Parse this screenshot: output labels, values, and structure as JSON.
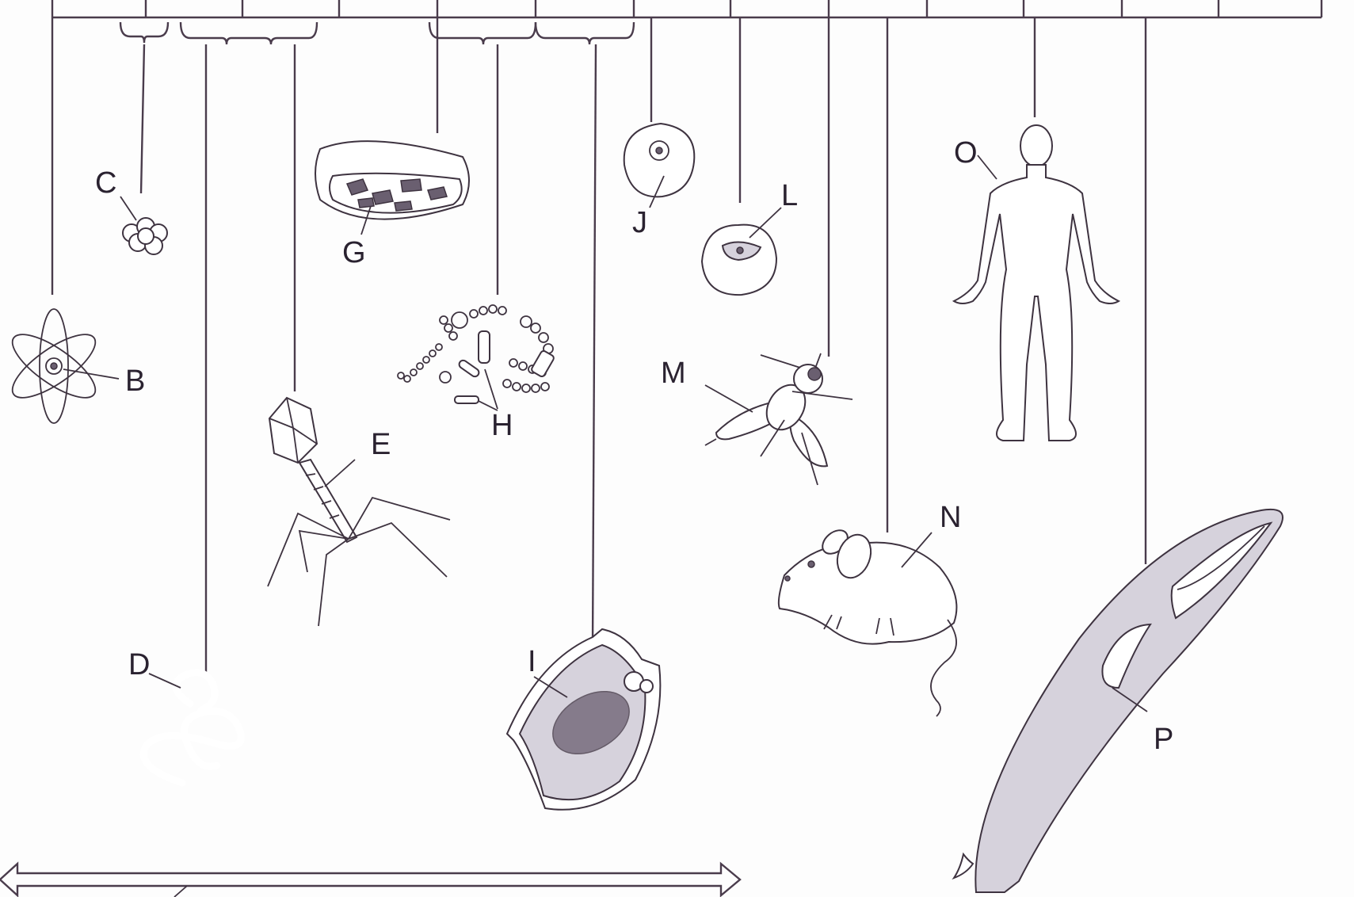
{
  "diagram": {
    "labels": {
      "B": "B",
      "C": "C",
      "D": "D",
      "E": "E",
      "G": "G",
      "H": "H",
      "I": "I",
      "J": "J",
      "L": "L",
      "M": "M",
      "N": "N",
      "O": "O",
      "P": "P"
    },
    "colors": {
      "line": "#4a3c4c",
      "ink": "#2a2230",
      "shade": "#d6d2dc",
      "background": "#fdfdfd"
    },
    "icons": {
      "B": "atom-icon",
      "C": "molecule-cluster-icon",
      "D": "protein-coil-icon",
      "E": "bacteriophage-icon",
      "G": "chloroplast-section-icon",
      "H": "bacteria-colony-icon",
      "I": "plant-cell-icon",
      "J": "animal-cell-icon",
      "L": "red-blood-cell-icon",
      "M": "fly-icon",
      "N": "mouse-icon",
      "O": "human-figure-icon",
      "P": "whale-icon"
    }
  }
}
